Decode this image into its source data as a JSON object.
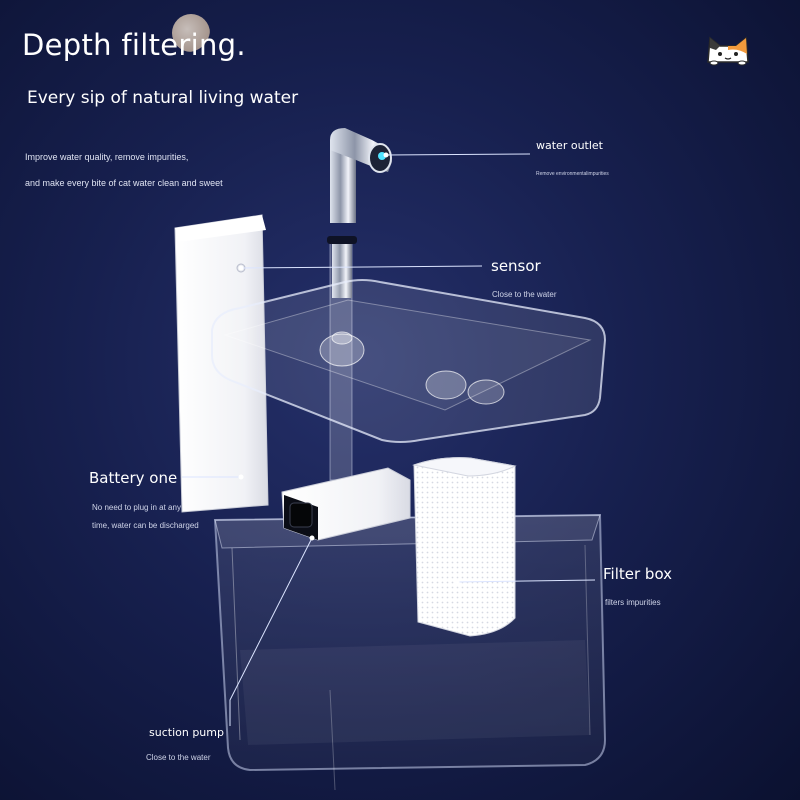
{
  "headline": "Depth filtering.",
  "subheadline": "Every sip of natural living water",
  "intro": {
    "line1": "Improve water quality, remove impurities,",
    "line2": "and make every bite of cat water clean and sweet"
  },
  "callouts": {
    "water_outlet": {
      "title": "water outlet",
      "desc": "Remove environmentalimpurities"
    },
    "sensor": {
      "title": "sensor",
      "desc": "Close to the water"
    },
    "battery": {
      "title": "Battery one",
      "desc_line1": "No need to plug in at any",
      "desc_line2": "time, water can be discharged"
    },
    "filter_box": {
      "title": "Filter box",
      "desc": "filters impurities"
    },
    "suction_pump": {
      "title": "suction pump",
      "desc": "Close to the water"
    }
  },
  "colors": {
    "background": "#17204f",
    "callout_line": "#dbe4ff",
    "accent_glow": "#4fe3ff"
  },
  "icons": {
    "mascot": "cat-face-icon"
  }
}
